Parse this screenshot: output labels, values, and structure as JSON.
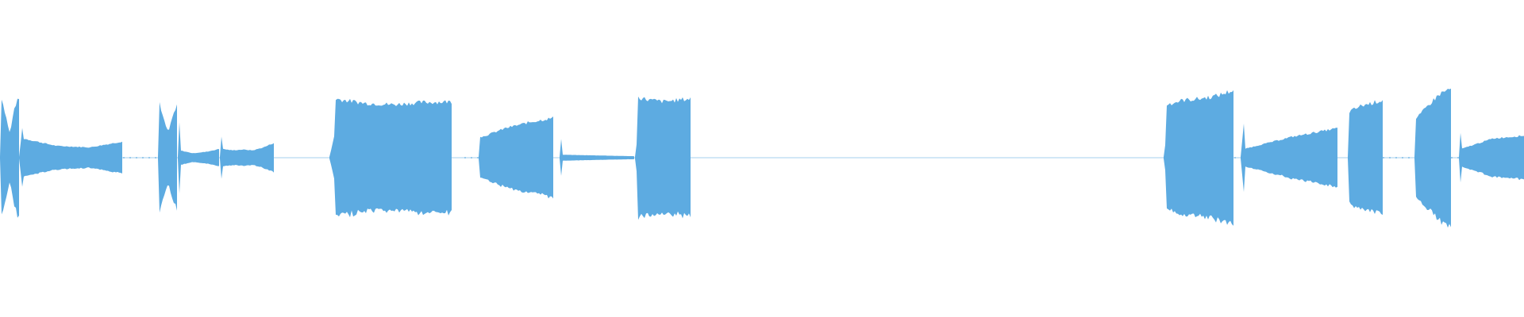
{
  "waveform": {
    "color": "#5dabe1",
    "background": "#ffffff",
    "segments": [
      {
        "kind": "burst",
        "attack": 0.48,
        "sustain": [
          0.86,
          0.6,
          0.32,
          0.68,
          0.82
        ]
      },
      {
        "kind": "burst",
        "attack": 0.52,
        "sustain": [
          0.26,
          0.16,
          0.14,
          0.22
        ]
      },
      {
        "kind": "burst",
        "attack": 0.45,
        "sustain": [
          0.8,
          0.52,
          0.34,
          0.58,
          0.72
        ]
      },
      {
        "kind": "burst",
        "attack": 0.5,
        "sustain": [
          0.1,
          0.06,
          0.08,
          0.12
        ]
      },
      {
        "kind": "burst",
        "attack": 0.4,
        "sustain": [
          0.12,
          0.1,
          0.11,
          0.1,
          0.14,
          0.2
        ]
      },
      {
        "kind": "burst",
        "attack": 0.3,
        "sustain": [
          0.8,
          0.74,
          0.72,
          0.75,
          0.76
        ]
      },
      {
        "kind": "burst",
        "attack": 0.55,
        "sustain": [
          0.28,
          0.4,
          0.48,
          0.54
        ]
      },
      {
        "kind": "burst",
        "attack": 0.5,
        "sustain": [
          0.04,
          0.02
        ]
      },
      {
        "kind": "burst",
        "attack": 0.25,
        "sustain": [
          0.82,
          0.78,
          0.76,
          0.78,
          0.8
        ]
      },
      {
        "kind": "burst",
        "attack": 0.3,
        "sustain": [
          0.72,
          0.78,
          0.8,
          0.84,
          0.92
        ]
      },
      {
        "kind": "burst",
        "attack": 0.55,
        "sustain": [
          0.12,
          0.28,
          0.4
        ]
      },
      {
        "kind": "burst",
        "attack": 0.3,
        "sustain": [
          0.62,
          0.7,
          0.74,
          0.78
        ]
      },
      {
        "kind": "burst",
        "attack": 0.35,
        "sustain": [
          0.52,
          0.7,
          0.86,
          0.94
        ]
      },
      {
        "kind": "burst",
        "attack": 0.55,
        "sustain": [
          0.12,
          0.26,
          0.3
        ]
      }
    ]
  }
}
